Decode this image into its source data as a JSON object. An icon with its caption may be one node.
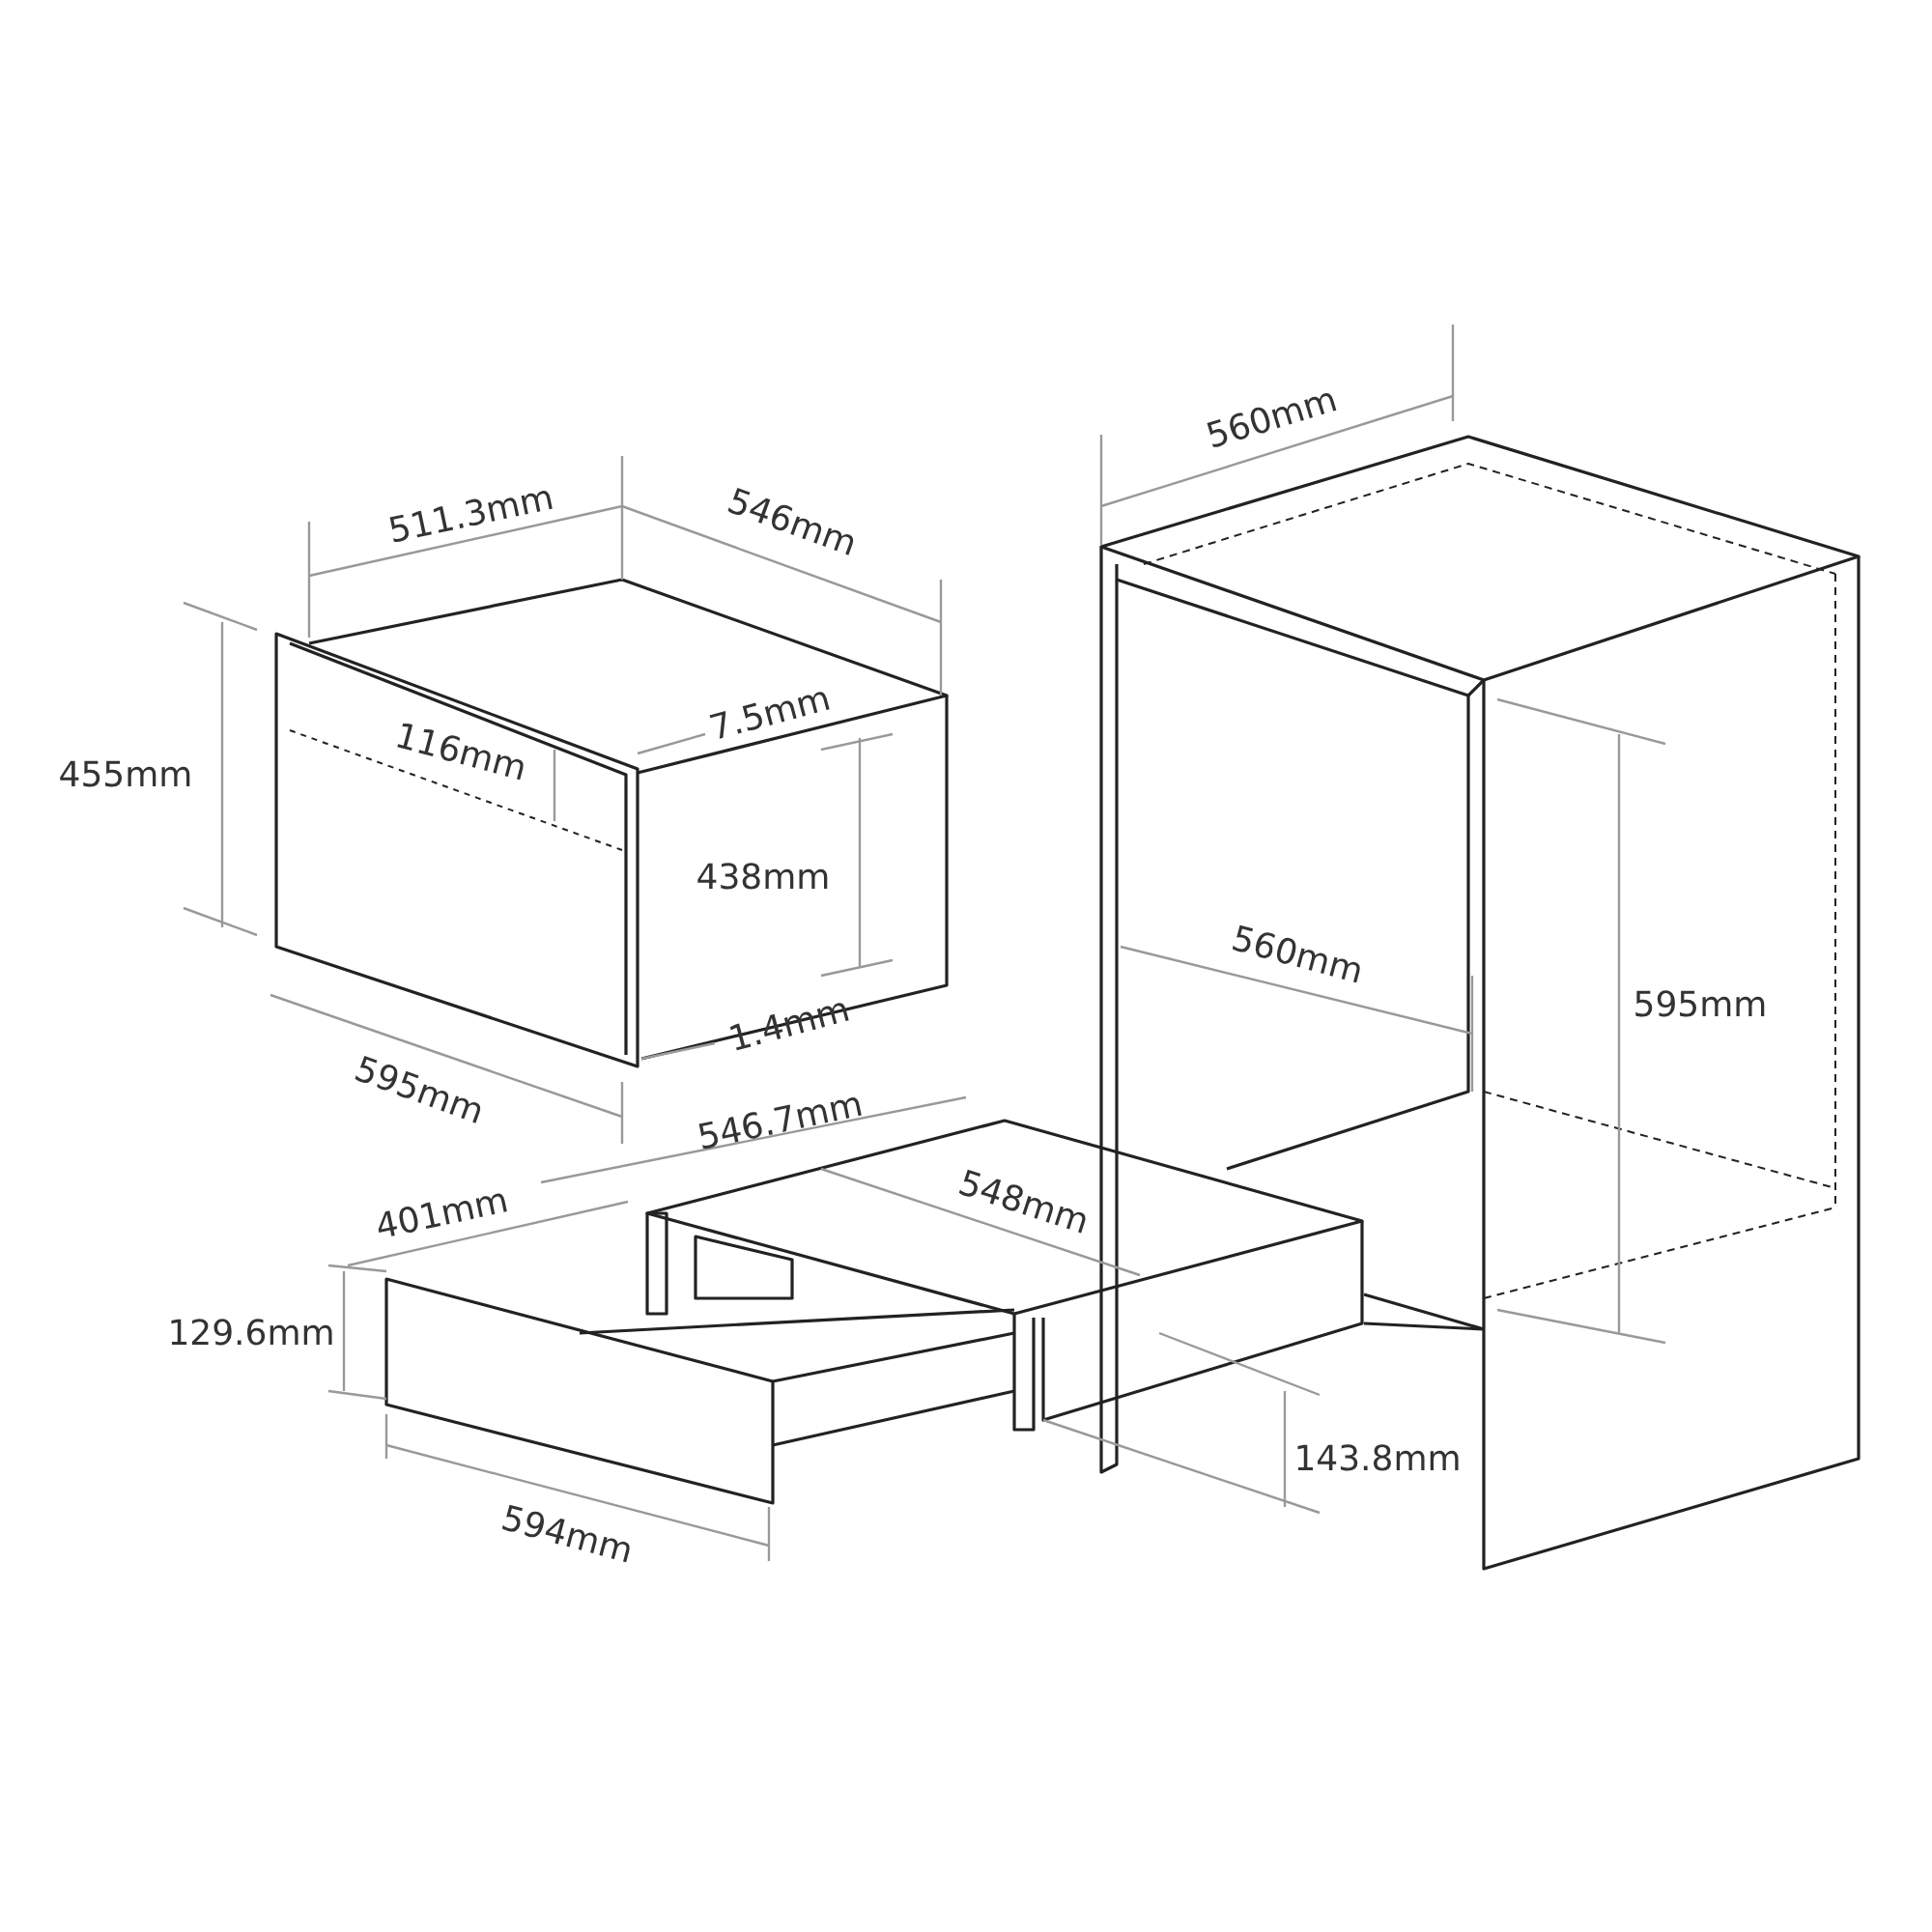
{
  "diagram": {
    "labels": [
      "560mm",
      "511.3mm",
      "546mm",
      "455mm",
      "7.5mm",
      "116mm",
      "438mm",
      "560mm",
      "595mm",
      "595mm",
      "1.4mm",
      "546.7mm",
      "548mm",
      "401mm",
      "129.6mm",
      "143.8mm",
      "594mm"
    ]
  }
}
